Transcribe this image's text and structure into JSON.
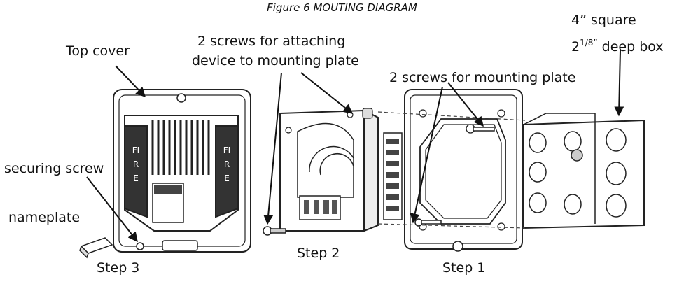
{
  "figure": {
    "title": "Figure 6 MOUTING DIAGRAM"
  },
  "labels": {
    "top_cover": "Top cover",
    "screws_attach_line1": "2 screws for attaching",
    "screws_attach_line2": "device to mounting plate",
    "screws_plate": "2 screws for mounting plate",
    "box_line1": "4” square",
    "box_line2_main": "2",
    "box_line2_sup": "1/8”",
    "box_line2_rest": " deep box",
    "securing_screw": "securing screw",
    "nameplate": "nameplate",
    "step1": "Step 1",
    "step2": "Step 2",
    "step3": "Step 3"
  },
  "device_lettering": {
    "left": "FIRE",
    "right": "FIRE"
  }
}
